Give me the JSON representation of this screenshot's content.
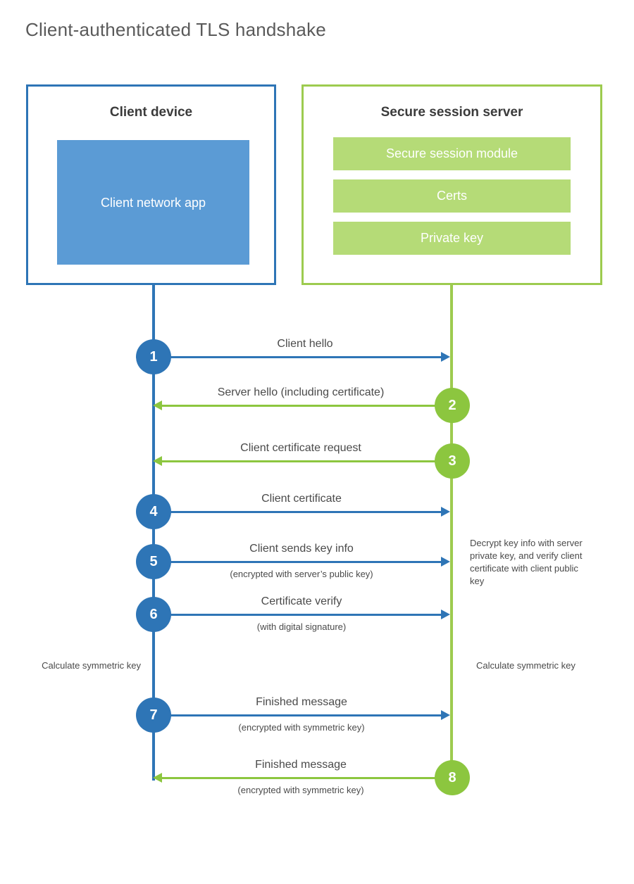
{
  "title": "Client-authenticated TLS handshake",
  "colors": {
    "client_border": "#2E75B6",
    "client_fill": "#5B9BD5",
    "server_border": "#9DCB4F",
    "server_fill": "#B5DB77",
    "arrow_blue": "#2E75B6",
    "arrow_green": "#8CC63F",
    "title_text": "#5a5a5a",
    "body_text": "#4a4a4a",
    "background": "#ffffff"
  },
  "client_box": {
    "title": "Client device",
    "app_label": "Client network app"
  },
  "server_box": {
    "title": "Secure session server",
    "modules": [
      "Secure session module",
      "Certs",
      "Private key"
    ]
  },
  "messages": [
    {
      "step": "1",
      "label": "Client hello",
      "sub": "",
      "direction": "client-to-server",
      "color": "blue"
    },
    {
      "step": "2",
      "label": "Server hello (including certificate)",
      "sub": "",
      "direction": "server-to-client",
      "color": "green"
    },
    {
      "step": "3",
      "label": "Client certificate request",
      "sub": "",
      "direction": "server-to-client",
      "color": "green"
    },
    {
      "step": "4",
      "label": "Client certificate",
      "sub": "",
      "direction": "client-to-server",
      "color": "blue"
    },
    {
      "step": "5",
      "label": "Client sends key info",
      "sub": "(encrypted with server’s public key)",
      "direction": "client-to-server",
      "color": "blue"
    },
    {
      "step": "6",
      "label": "Certificate verify",
      "sub": "(with digital signature)",
      "direction": "client-to-server",
      "color": "blue"
    },
    {
      "step": "7",
      "label": "Finished message",
      "sub": "(encrypted with symmetric key)",
      "direction": "client-to-server",
      "color": "blue"
    },
    {
      "step": "8",
      "label": "Finished message",
      "sub": "(encrypted with symmetric key)",
      "direction": "server-to-client",
      "color": "green"
    }
  ],
  "notes": {
    "decrypt": "Decrypt key info with server private key, and verify client certificate with client public key",
    "calculate_client": "Calculate symmetric key",
    "calculate_server": "Calculate symmetric key"
  }
}
